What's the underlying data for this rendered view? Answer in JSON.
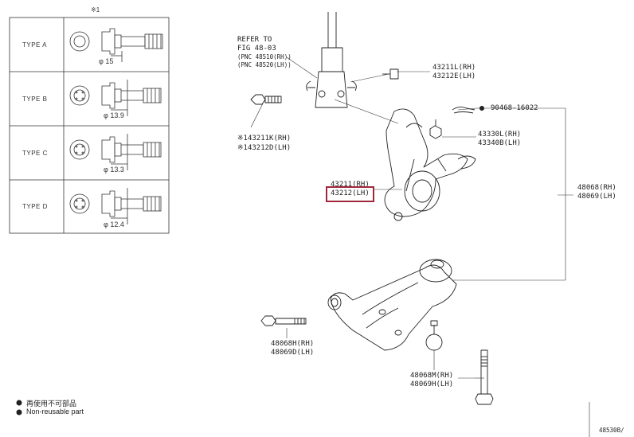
{
  "bolt_table": {
    "header_mark": "※1",
    "rows": [
      {
        "type": "TYPE A",
        "diameter": "φ 15"
      },
      {
        "type": "TYPE B",
        "diameter": "φ 13.9"
      },
      {
        "type": "TYPE C",
        "diameter": "φ 13.3"
      },
      {
        "type": "TYPE D",
        "diameter": "φ 12.4"
      }
    ]
  },
  "refer": {
    "line1": "REFER TO",
    "line2": "FIG 48-03",
    "line3": "(PNC 48510(RH))",
    "line4": "(PNC 48520(LH))"
  },
  "parts": {
    "p43211L": {
      "rh": "43211L(RH)",
      "lh": "43212E(LH)"
    },
    "p90468": "90468-16022",
    "p43211K": {
      "rh": "※143211K(RH)",
      "lh": "※143212D(LH)"
    },
    "p43330": {
      "rh": "43330L(RH)",
      "lh": "43340B(LH)"
    },
    "p43211": {
      "rh": "43211(RH)",
      "lh": "43212(LH)"
    },
    "p48068": {
      "rh": "48068(RH)",
      "lh": "48069(LH)"
    },
    "p48068H": {
      "rh": "48068H(RH)",
      "lh": "48069D(LH)"
    },
    "p48068M": {
      "rh": "48068M(RH)",
      "lh": "48069H(LH)"
    }
  },
  "legend": {
    "item1": "再使用不可部品",
    "item2": "Non-reusable part"
  },
  "figure_code": "48530B/"
}
